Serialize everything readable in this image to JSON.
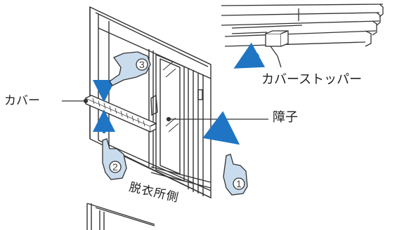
{
  "labels": {
    "cover_stopper": "カバーストッパー",
    "cover": "カバー",
    "shoji": "障子",
    "side": "脱衣所側"
  },
  "steps": [
    "1",
    "2",
    "3"
  ],
  "colors": {
    "line": "#333333",
    "arrow": "#1f75c4",
    "hand_fill": "#c9dced",
    "frame_fill": "#ffffff"
  },
  "icons": {
    "hand": "pointing-hand-icon",
    "arrow": "arrow-icon"
  }
}
